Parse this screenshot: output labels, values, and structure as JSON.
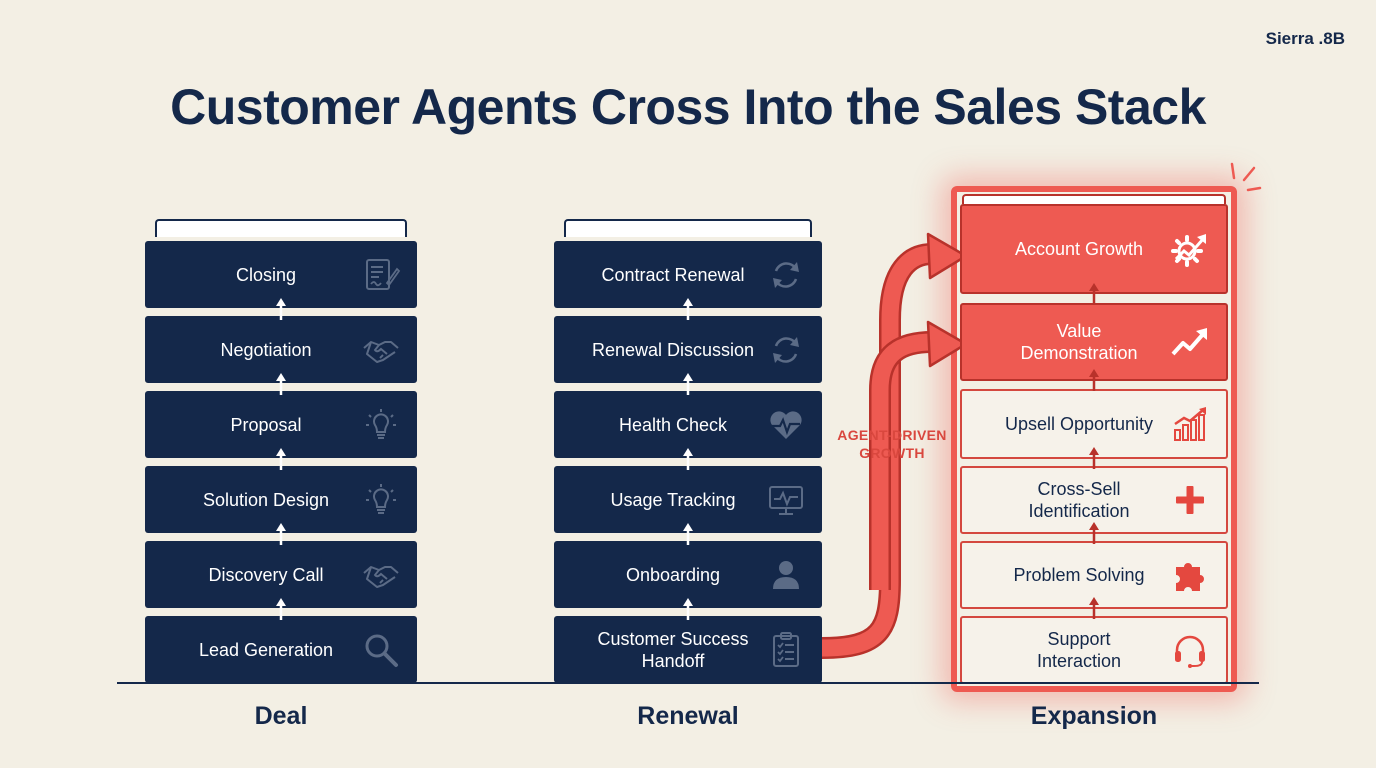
{
  "brand": "Sierra .8B",
  "title": "Customer Agents Cross Into the Sales Stack",
  "agent_label": {
    "line1": "AGENT-DRIVEN",
    "line2": "GROWTH"
  },
  "colors": {
    "navy": "#14284a",
    "coral": "#ee5a52",
    "cream": "#f6f2ea",
    "background": "#f3efe4"
  },
  "columns": [
    {
      "name": "Deal",
      "layers": [
        {
          "label": "Closing",
          "icon": "signed-document-icon"
        },
        {
          "label": "Negotiation",
          "icon": "handshake-icon"
        },
        {
          "label": "Proposal",
          "icon": "lightbulb-icon"
        },
        {
          "label": "Solution Design",
          "icon": "lightbulb-icon"
        },
        {
          "label": "Discovery Call",
          "icon": "handshake-icon"
        },
        {
          "label": "Lead Generation",
          "icon": "magnifier-icon"
        }
      ]
    },
    {
      "name": "Renewal",
      "layers": [
        {
          "label": "Contract Renewal",
          "icon": "refresh-icon"
        },
        {
          "label": "Renewal Discussion",
          "icon": "refresh-icon"
        },
        {
          "label": "Health Check",
          "icon": "heart-pulse-icon"
        },
        {
          "label": "Usage Tracking",
          "icon": "monitor-chart-icon"
        },
        {
          "label": "Onboarding",
          "icon": "user-icon"
        },
        {
          "label": "Customer Success Handoff",
          "icon": "checklist-icon"
        }
      ]
    },
    {
      "name": "Expansion",
      "layers": [
        {
          "label": "Account Growth",
          "icon": "gear-growth-icon"
        },
        {
          "label": "Value Demonstration",
          "icon": "trend-up-icon"
        },
        {
          "label": "Upsell Opportunity",
          "icon": "bar-growth-icon"
        },
        {
          "label": "Cross-Sell Identification",
          "icon": "plus-icon"
        },
        {
          "label": "Problem Solving",
          "icon": "puzzle-icon"
        },
        {
          "label": "Support Interaction",
          "icon": "headset-icon"
        }
      ]
    }
  ]
}
